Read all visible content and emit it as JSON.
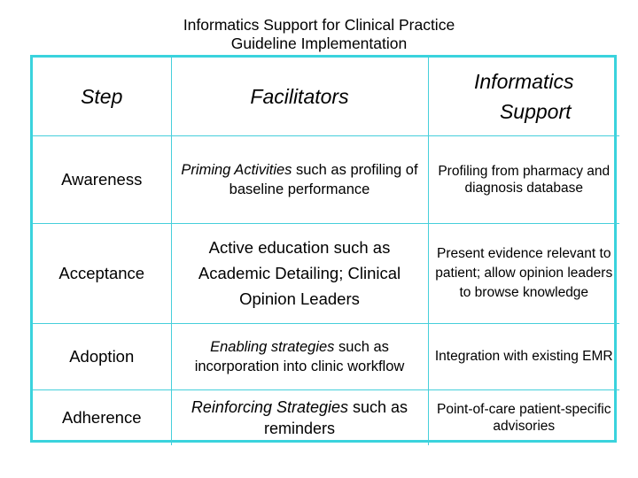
{
  "slide": {
    "title_line1": "Informatics Support for Clinical Practice",
    "title_line2": "Guideline Implementation",
    "accent_color": "#3ad3dd",
    "text_color": "#000000",
    "background_color": "#ffffff"
  },
  "table": {
    "headers": {
      "step": "Step",
      "facilitators": "Facilitators",
      "informatics_line1": "Informatics",
      "informatics_line2": "Support"
    },
    "rows": [
      {
        "step": "Awareness",
        "facilitators_emphasis": "Priming Activities",
        "facilitators_rest": " such as profiling of baseline performance",
        "informatics": "Profiling from pharmacy and diagnosis database"
      },
      {
        "step": "Acceptance",
        "facilitators_emphasis": "",
        "facilitators_rest": "Active education such as Academic Detailing; Clinical Opinion Leaders",
        "informatics": "Present evidence relevant to patient; allow opinion leaders to browse knowledge"
      },
      {
        "step": "Adoption",
        "facilitators_emphasis": "Enabling strategies",
        "facilitators_rest": " such as incorporation into clinic workflow",
        "informatics": "Integration with existing EMR"
      },
      {
        "step": "Adherence",
        "facilitators_emphasis": "Reinforcing Strategies",
        "facilitators_rest": " such as reminders",
        "informatics": "Point-of-care patient-specific advisories"
      }
    ]
  }
}
